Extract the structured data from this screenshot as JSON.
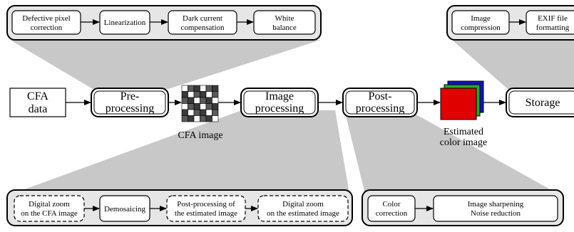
{
  "colors": {
    "funnel": "#c8c8c8",
    "group_fill": "#e6e6e6",
    "box_fill": "#ffffff",
    "stroke": "#000000",
    "red": "#e00000",
    "green": "#22aa22",
    "blue": "#1111cc"
  },
  "main": {
    "cfa_data": [
      "CFA",
      "data"
    ],
    "preprocessing": [
      "Pre-",
      "processing"
    ],
    "image_processing": [
      "Image",
      "processing"
    ],
    "postprocessing": [
      "Post-",
      "processing"
    ],
    "storage": [
      "Storage"
    ],
    "cfa_image_label": "CFA image",
    "estimated_label": [
      "Estimated",
      "color image"
    ]
  },
  "groups": {
    "pre": [
      "Defective pixel|correction",
      "Linearization",
      "Dark current|compensation",
      "White|balance"
    ],
    "storage": [
      "Image|compression",
      "EXIF file|formatting"
    ],
    "image": [
      "Digital zoom|on the CFA image",
      "Demosaicing",
      "Post-processing of|the estimated image",
      "Digital zoom|on the estimated image"
    ],
    "post": [
      "Color|correction",
      "Image sharpening|Noise reduction"
    ]
  }
}
